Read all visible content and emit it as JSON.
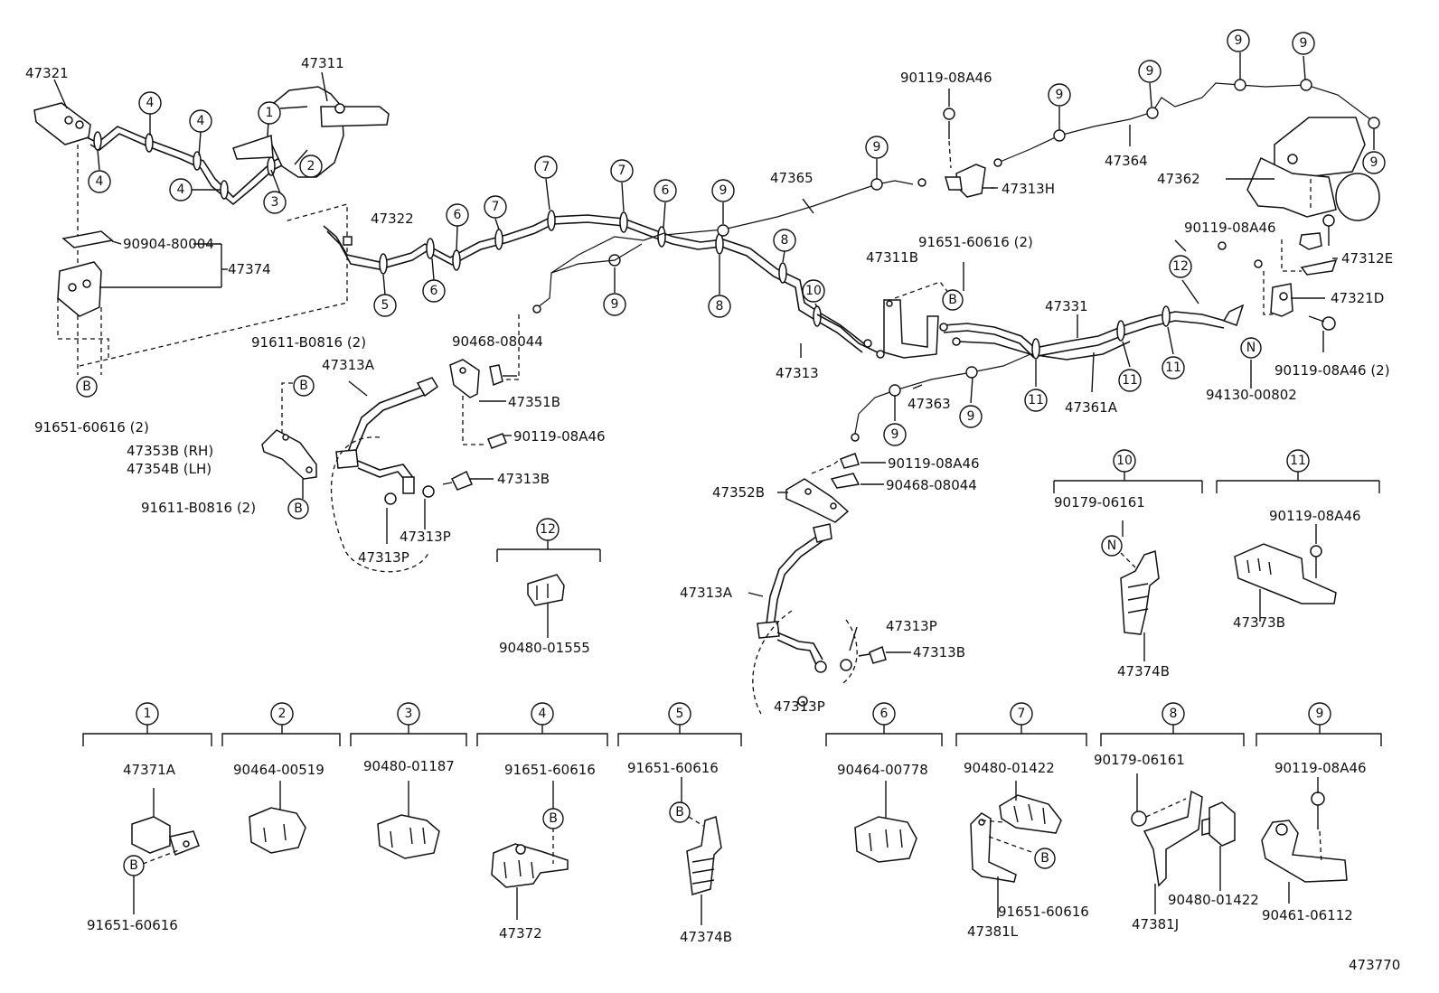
{
  "labels": {
    "p47321": "47321",
    "p47311": "47311",
    "p90904_80004": "90904-80004",
    "p47374": "47374",
    "p91651_60616_2_left": "91651-60616 (2)",
    "p91611_b0816_2_a": "91611-B0816 (2)",
    "p47313a_a": "47313A",
    "p47353b": "47353B (RH)",
    "p47354b": "47354B (LH)",
    "p91611_b0816_2_b": "91611-B0816 (2)",
    "p47313p_a": "47313P",
    "p47313p_b": "47313P",
    "p47313b_a": "47313B",
    "p47322": "47322",
    "p90468_08044_a": "90468-08044",
    "p47351b": "47351B",
    "p90119_08a46_a": "90119-08A46",
    "p47365": "47365",
    "p90119_08a46_top": "90119-08A46",
    "p47313h": "47313H",
    "p47313": "47313",
    "p47311b": "47311B",
    "p91651_60616_2_mid": "91651-60616 (2)",
    "p47364": "47364",
    "p47362": "47362",
    "p90119_08a46_b": "90119-08A46",
    "p47312e": "47312E",
    "p47331": "47331",
    "p47321d": "47321D",
    "p47363": "47363",
    "p47361a": "47361A",
    "p90119_08a46_2": "90119-08A46 (2)",
    "p94130_00802": "94130-00802",
    "p90119_08a46_c": "90119-08A46",
    "p90468_08044_b": "90468-08044",
    "p47352b": "47352B",
    "p47313a_b": "47313A",
    "p47313p_c": "47313P",
    "p47313b_b": "47313B",
    "p47313p_d": "47313P",
    "p90480_01555": "90480-01555",
    "p90179_06161_a": "90179-06161",
    "p47374b_a": "47374B",
    "p90119_08a46_d": "90119-08A46",
    "p47373b": "47373B",
    "p47371a": "47371A",
    "p91651_60616_g1": "91651-60616",
    "p90464_00519": "90464-00519",
    "p90480_01187": "90480-01187",
    "p91651_60616_g4": "91651-60616",
    "p47372": "47372",
    "p91651_60616_g5": "91651-60616",
    "p47374b_b": "47374B",
    "p90464_00778": "90464-00778",
    "p90480_01422_a": "90480-01422",
    "p91651_60616_g7": "91651-60616",
    "p47381l": "47381L",
    "p90179_06161_b": "90179-06161",
    "p90480_01422_b": "90480-01422",
    "p47381j": "47381J",
    "p90119_08a46_g9": "90119-08A46",
    "p90461_06112": "90461-06112",
    "figure_number": "473770"
  },
  "callouts": {
    "n1": "1",
    "n2": "2",
    "n3": "3",
    "n4": "4",
    "n5": "5",
    "n6": "6",
    "n7": "7",
    "n8": "8",
    "n9": "9",
    "n10": "10",
    "n11": "11",
    "n12": "12",
    "letter_b": "B",
    "letter_n": "N"
  },
  "groups": {
    "g1": "1",
    "g2": "2",
    "g3": "3",
    "g4": "4",
    "g5": "5",
    "g6": "6",
    "g7": "7",
    "g8": "8",
    "g9": "9",
    "g10": "10",
    "g11": "11",
    "g12": "12"
  },
  "icons": {
    "callout": "circled-number-callout",
    "reference": "circled-letter-reference",
    "clamp_point": "open-circle-clamp-point"
  }
}
